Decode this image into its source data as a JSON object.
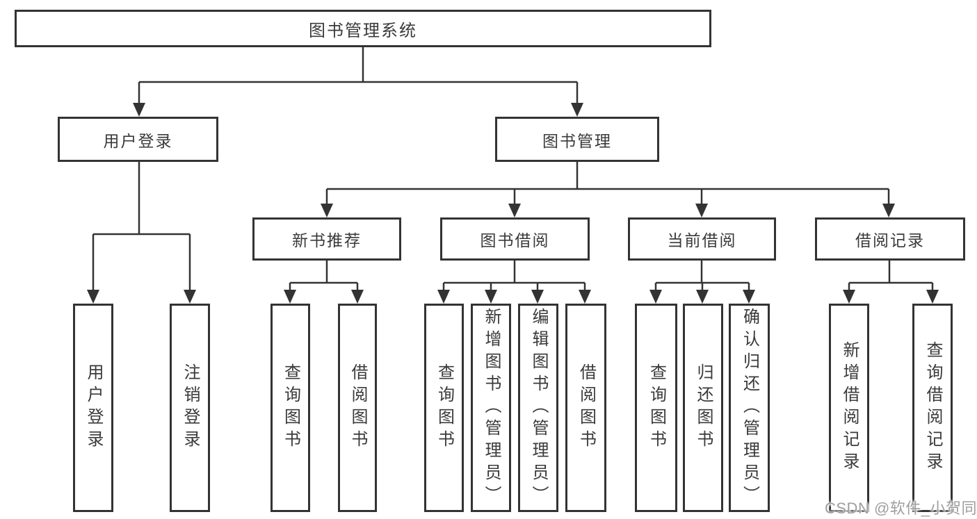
{
  "diagram": {
    "type": "hierarchy",
    "colors": {
      "background": "#ffffff",
      "line": "#333333",
      "border": "#333333",
      "text": "#3a3a3a",
      "watermark": "#9e9e9e"
    },
    "nodes": {
      "root": {
        "label": "图书管理系统"
      },
      "user_login": {
        "label": "用户登录"
      },
      "book_mgmt": {
        "label": "图书管理"
      },
      "new_books": {
        "label": "新书推荐"
      },
      "book_borrow": {
        "label": "图书借阅"
      },
      "current_borrow": {
        "label": "当前借阅"
      },
      "borrow_records": {
        "label": "借阅记录"
      },
      "leaf_user_login": {
        "label": "用户登录"
      },
      "leaf_logout": {
        "label": "注销登录"
      },
      "leaf_nb_query": {
        "label": "查询图书"
      },
      "leaf_nb_borrow": {
        "label": "借阅图书"
      },
      "leaf_bb_query": {
        "label": "查询图书"
      },
      "leaf_bb_add": {
        "label": "新增图书（管理员）"
      },
      "leaf_bb_edit": {
        "label": "编辑图书（管理员）"
      },
      "leaf_bb_borrow": {
        "label": "借阅图书"
      },
      "leaf_cb_query": {
        "label": "查询图书"
      },
      "leaf_cb_return": {
        "label": "归还图书"
      },
      "leaf_cb_confirm": {
        "label": "确认归还（管理员）"
      },
      "leaf_br_add": {
        "label": "新增借阅记录"
      },
      "leaf_br_query": {
        "label": "查询借阅记录"
      }
    },
    "tree": {
      "root": [
        "user_login",
        "book_mgmt"
      ],
      "user_login": [
        "leaf_user_login",
        "leaf_logout"
      ],
      "book_mgmt": [
        "new_books",
        "book_borrow",
        "current_borrow",
        "borrow_records"
      ],
      "new_books": [
        "leaf_nb_query",
        "leaf_nb_borrow"
      ],
      "book_borrow": [
        "leaf_bb_query",
        "leaf_bb_add",
        "leaf_bb_edit",
        "leaf_bb_borrow"
      ],
      "current_borrow": [
        "leaf_cb_query",
        "leaf_cb_return",
        "leaf_cb_confirm"
      ],
      "borrow_records": [
        "leaf_br_add",
        "leaf_br_query"
      ]
    },
    "watermark": "CSDN @软件_小贺同学"
  }
}
